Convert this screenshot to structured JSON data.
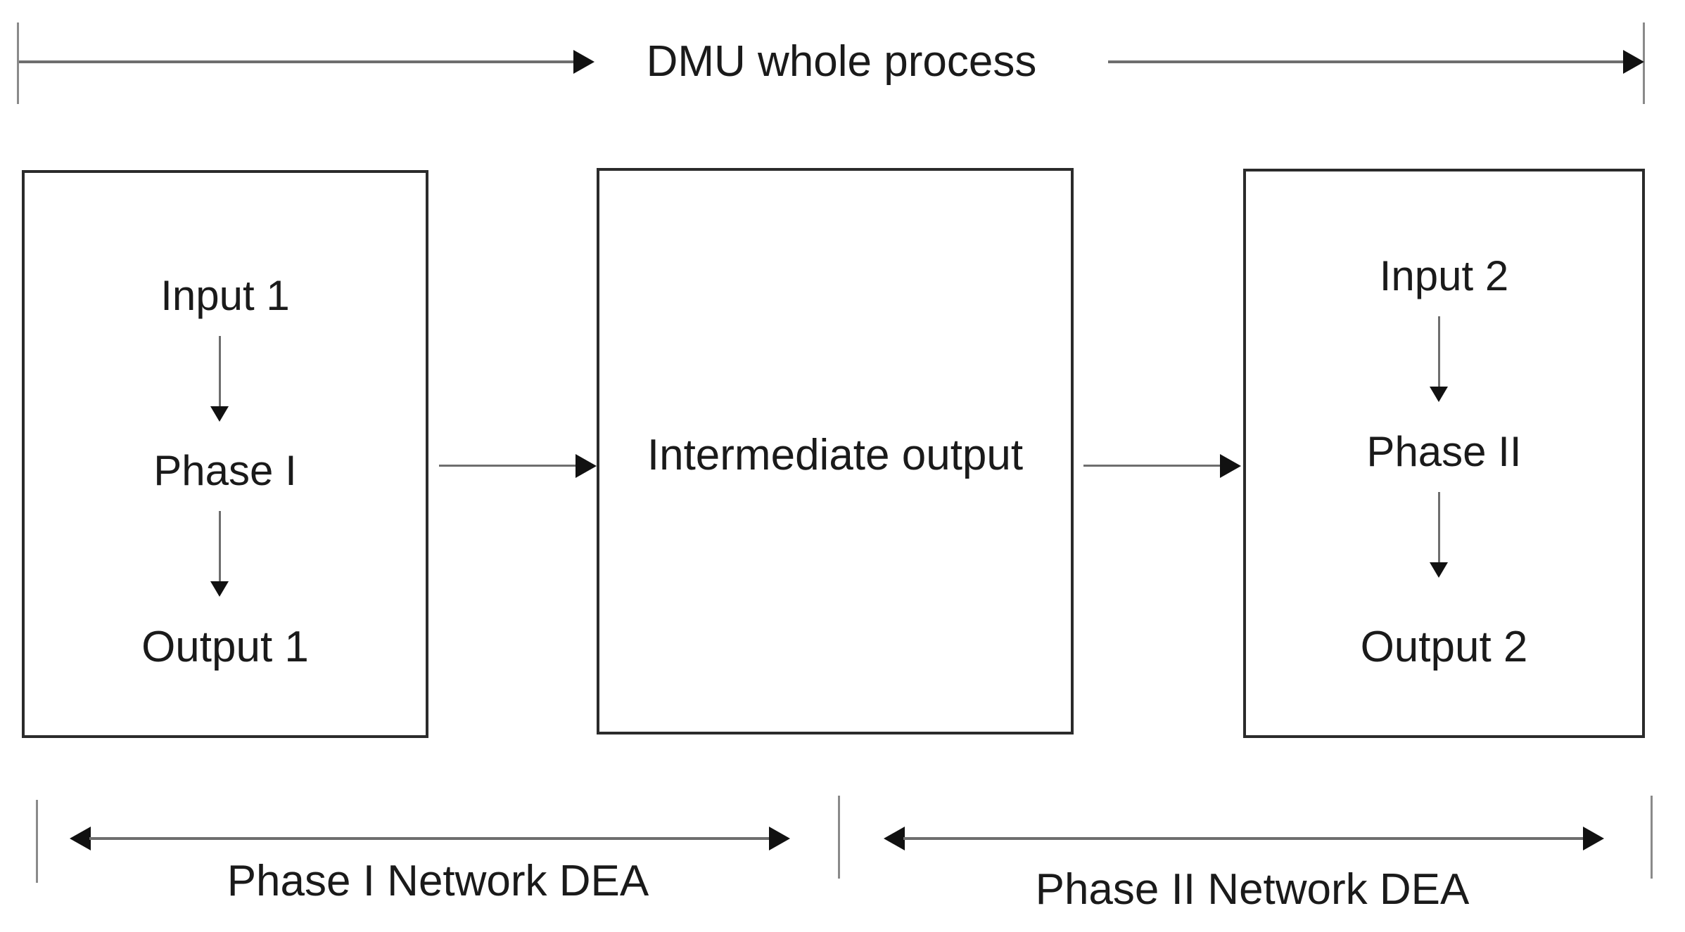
{
  "figure": {
    "top_bracket": {
      "label": "DMU whole process"
    },
    "phases": [
      {
        "id": "phase-1",
        "input": "Input 1",
        "process": "Phase I",
        "output": "Output 1"
      },
      {
        "id": "phase-2",
        "input": "Input 2",
        "process": "Phase II",
        "output": "Output 2"
      }
    ],
    "intermediate": {
      "label": "Intermediate output"
    },
    "bottom_brackets": [
      {
        "label": "Phase I Network DEA"
      },
      {
        "label": "Phase II Network DEA"
      }
    ],
    "colors": {
      "box_border": "#2b2b2b",
      "line": "#6e6e6e",
      "arrow_head": "#111111",
      "tick": "#8a8a8a",
      "text": "#1a1a1a",
      "background": "#ffffff"
    }
  }
}
